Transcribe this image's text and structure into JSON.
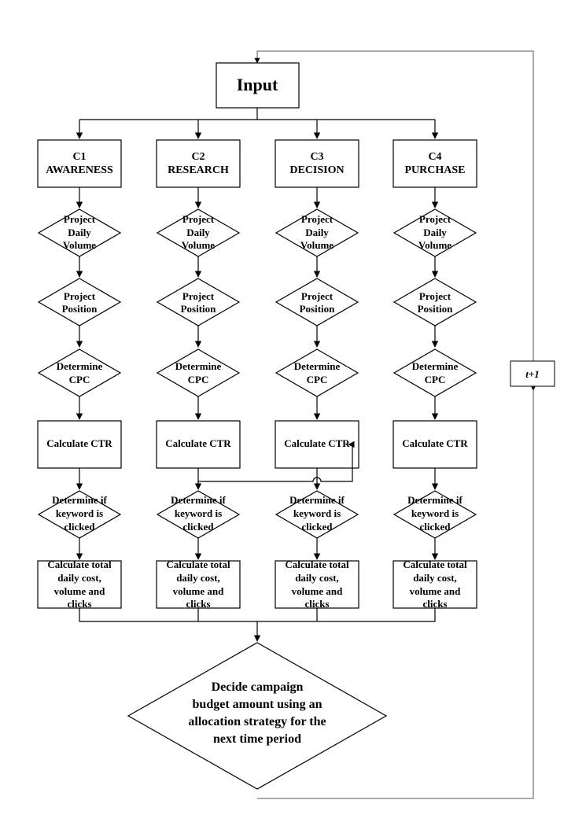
{
  "input_label": "Input",
  "columns": [
    {
      "id": "c1",
      "code": "C1",
      "stage": "AWARENESS"
    },
    {
      "id": "c2",
      "code": "C2",
      "stage": "RESEARCH"
    },
    {
      "id": "c3",
      "code": "C3",
      "stage": "DECISION"
    },
    {
      "id": "c4",
      "code": "C4",
      "stage": "PURCHASE"
    }
  ],
  "steps": {
    "project_volume": [
      "Project",
      "Daily",
      "Volume"
    ],
    "project_position": [
      "Project",
      "Position"
    ],
    "determine_cpc": [
      "Determine",
      "CPC"
    ],
    "calculate_ctr": [
      "Calculate CTR"
    ],
    "determine_clicked": [
      "Determine if",
      "keyword is",
      "clicked"
    ],
    "calculate_totals": [
      "Calculate total",
      "daily cost,",
      "volume and",
      "clicks"
    ]
  },
  "decision": [
    "Decide campaign",
    "budget amount using an",
    "allocation strategy for the",
    "next time period"
  ],
  "feedback_label": "t+1"
}
